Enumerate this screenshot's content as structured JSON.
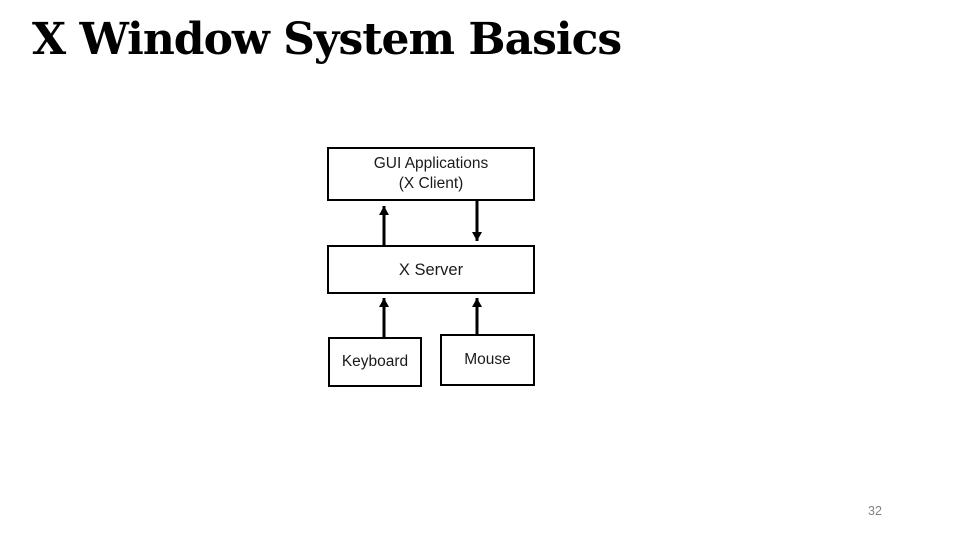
{
  "slide": {
    "title": "X Window System Basics",
    "page_number": "32",
    "background_color": "#ffffff"
  },
  "diagram": {
    "boxes": {
      "gui": {
        "line1": "GUI Applications",
        "line2": "(X Client)"
      },
      "server": {
        "label": "X Server"
      },
      "keyboard": {
        "label": "Keyboard"
      },
      "mouse": {
        "label": "Mouse"
      }
    },
    "connections": [
      {
        "from": "X Server",
        "to": "GUI Applications (X Client)",
        "direction": "up"
      },
      {
        "from": "GUI Applications (X Client)",
        "to": "X Server",
        "direction": "down"
      },
      {
        "from": "Keyboard",
        "to": "X Server",
        "direction": "up"
      },
      {
        "from": "Mouse",
        "to": "X Server",
        "direction": "up"
      }
    ],
    "colors": {
      "line": "#000000",
      "box_border": "#000000",
      "text": "#1a1a1a",
      "page_number": "#808080"
    }
  }
}
